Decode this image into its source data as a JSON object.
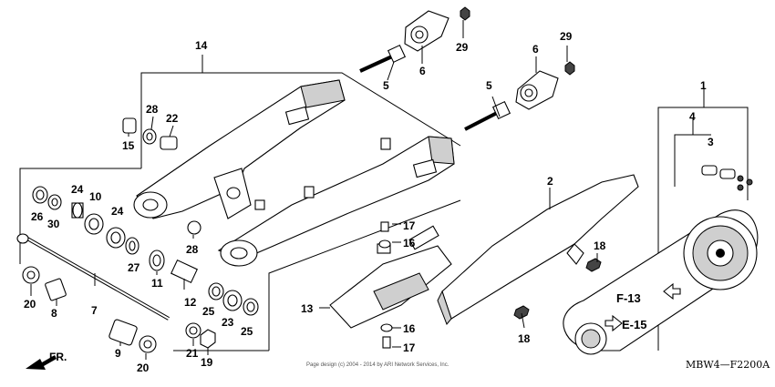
{
  "diagram_code": "MBW4—F2200A",
  "copyright": "Page design (c) 2004 - 2014 by ARI Network Services, Inc.",
  "front_indicator": "FR.",
  "section_refs": [
    "F-13",
    "E-15"
  ],
  "callouts": [
    "1",
    "2",
    "3",
    "4",
    "5",
    "5",
    "6",
    "6",
    "7",
    "8",
    "9",
    "10",
    "11",
    "12",
    "13",
    "14",
    "15",
    "16",
    "16",
    "17",
    "17",
    "18",
    "18",
    "19",
    "20",
    "20",
    "21",
    "22",
    "23",
    "24",
    "24",
    "25",
    "25",
    "26",
    "27",
    "28",
    "28",
    "29",
    "29",
    "30"
  ]
}
